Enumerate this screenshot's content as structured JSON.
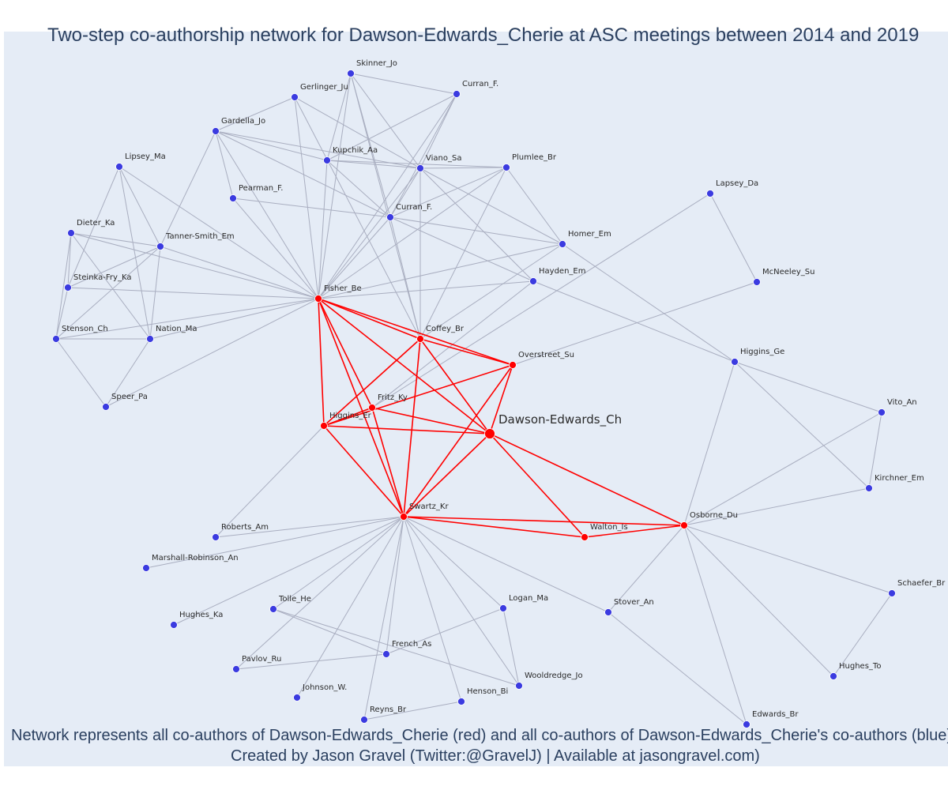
{
  "title": "Two-step co-authorship network for Dawson-Edwards_Cherie at ASC meetings between 2014 and 2019",
  "caption": {
    "line1": "Network represents all co-authors of Dawson-Edwards_Cherie (red) and all co-authors of Dawson-Edwards_Cherie's co-authors (blue)",
    "line2": "Created by Jason Gravel (Twitter:@GravelJ) | Available at jasongravel.com)"
  },
  "colors": {
    "background": "#e5ecf6",
    "red": "#ff0000",
    "blue": "#3b3be0",
    "grey_edge": "#a9aec0",
    "text": "#2a3f5f"
  },
  "nodes": [
    {
      "id": "Dawson-Edwards_Ch",
      "group": "focus"
    },
    {
      "id": "Fisher_Be",
      "group": "red"
    },
    {
      "id": "Coffey_Br",
      "group": "red"
    },
    {
      "id": "Overstreet_Su",
      "group": "red"
    },
    {
      "id": "Fritz_Ky",
      "group": "red"
    },
    {
      "id": "Higgins_Er",
      "group": "red"
    },
    {
      "id": "Swartz_Kr",
      "group": "red"
    },
    {
      "id": "Walton_Is",
      "group": "red"
    },
    {
      "id": "Osborne_Du",
      "group": "red"
    },
    {
      "id": "Skinner_Jo",
      "group": "blue"
    },
    {
      "id": "Curran_F.",
      "group": "blue",
      "key": "Curran_F_top"
    },
    {
      "id": "Gerlinger_Ju",
      "group": "blue"
    },
    {
      "id": "Gardella_Jo",
      "group": "blue"
    },
    {
      "id": "Lipsey_Ma",
      "group": "blue"
    },
    {
      "id": "Kupchik_Aa",
      "group": "blue"
    },
    {
      "id": "Viano_Sa",
      "group": "blue"
    },
    {
      "id": "Plumlee_Br",
      "group": "blue"
    },
    {
      "id": "Pearman_F.",
      "group": "blue"
    },
    {
      "id": "Curran_F.",
      "group": "blue",
      "key": "Curran_F_mid"
    },
    {
      "id": "Lapsey_Da",
      "group": "blue"
    },
    {
      "id": "Dieter_Ka",
      "group": "blue"
    },
    {
      "id": "Tanner-Smith_Em",
      "group": "blue"
    },
    {
      "id": "Homer_Em",
      "group": "blue"
    },
    {
      "id": "Hayden_Em",
      "group": "blue"
    },
    {
      "id": "McNeeley_Su",
      "group": "blue"
    },
    {
      "id": "Steinka-Fry_Ka",
      "group": "blue"
    },
    {
      "id": "Stenson_Ch",
      "group": "blue"
    },
    {
      "id": "Nation_Ma",
      "group": "blue"
    },
    {
      "id": "Higgins_Ge",
      "group": "blue"
    },
    {
      "id": "Speer_Pa",
      "group": "blue"
    },
    {
      "id": "Vito_An",
      "group": "blue"
    },
    {
      "id": "Kirchner_Em",
      "group": "blue"
    },
    {
      "id": "Roberts_Am",
      "group": "blue"
    },
    {
      "id": "Marshall-Robinson_An",
      "group": "blue"
    },
    {
      "id": "Schaefer_Br",
      "group": "blue"
    },
    {
      "id": "Tolle_He",
      "group": "blue"
    },
    {
      "id": "Logan_Ma",
      "group": "blue"
    },
    {
      "id": "Stover_An",
      "group": "blue"
    },
    {
      "id": "Hughes_Ka",
      "group": "blue"
    },
    {
      "id": "French_As",
      "group": "blue"
    },
    {
      "id": "Pavlov_Ru",
      "group": "blue"
    },
    {
      "id": "Hughes_To",
      "group": "blue"
    },
    {
      "id": "Wooldredge_Jo",
      "group": "blue"
    },
    {
      "id": "Johnson_W.",
      "group": "blue"
    },
    {
      "id": "Henson_Bi",
      "group": "blue"
    },
    {
      "id": "Reyns_Br",
      "group": "blue"
    },
    {
      "id": "Edwards_Br",
      "group": "blue"
    }
  ],
  "red_edges": [
    [
      "Dawson-Edwards_Ch",
      "Fisher_Be"
    ],
    [
      "Dawson-Edwards_Ch",
      "Coffey_Br"
    ],
    [
      "Dawson-Edwards_Ch",
      "Overstreet_Su"
    ],
    [
      "Dawson-Edwards_Ch",
      "Fritz_Ky"
    ],
    [
      "Dawson-Edwards_Ch",
      "Higgins_Er"
    ],
    [
      "Dawson-Edwards_Ch",
      "Swartz_Kr"
    ],
    [
      "Dawson-Edwards_Ch",
      "Walton_Is"
    ],
    [
      "Dawson-Edwards_Ch",
      "Osborne_Du"
    ],
    [
      "Fisher_Be",
      "Coffey_Br"
    ],
    [
      "Fisher_Be",
      "Overstreet_Su"
    ],
    [
      "Fisher_Be",
      "Fritz_Ky"
    ],
    [
      "Fisher_Be",
      "Higgins_Er"
    ],
    [
      "Fisher_Be",
      "Swartz_Kr"
    ],
    [
      "Coffey_Br",
      "Higgins_Er"
    ],
    [
      "Coffey_Br",
      "Swartz_Kr"
    ],
    [
      "Coffey_Br",
      "Overstreet_Su"
    ],
    [
      "Overstreet_Su",
      "Higgins_Er"
    ],
    [
      "Overstreet_Su",
      "Swartz_Kr"
    ],
    [
      "Fritz_Ky",
      "Higgins_Er"
    ],
    [
      "Fritz_Ky",
      "Swartz_Kr"
    ],
    [
      "Higgins_Er",
      "Swartz_Kr"
    ],
    [
      "Swartz_Kr",
      "Walton_Is"
    ],
    [
      "Swartz_Kr",
      "Osborne_Du"
    ],
    [
      "Walton_Is",
      "Osborne_Du"
    ]
  ],
  "grey_edges": [
    [
      "Fisher_Be",
      "Skinner_Jo"
    ],
    [
      "Fisher_Be",
      "Curran_F_top"
    ],
    [
      "Fisher_Be",
      "Gerlinger_Ju"
    ],
    [
      "Fisher_Be",
      "Gardella_Jo"
    ],
    [
      "Fisher_Be",
      "Lipsey_Ma"
    ],
    [
      "Fisher_Be",
      "Kupchik_Aa"
    ],
    [
      "Fisher_Be",
      "Viano_Sa"
    ],
    [
      "Fisher_Be",
      "Plumlee_Br"
    ],
    [
      "Fisher_Be",
      "Pearman_F."
    ],
    [
      "Fisher_Be",
      "Curran_F_mid"
    ],
    [
      "Fisher_Be",
      "Dieter_Ka"
    ],
    [
      "Fisher_Be",
      "Tanner-Smith_Em"
    ],
    [
      "Fisher_Be",
      "Homer_Em"
    ],
    [
      "Fisher_Be",
      "Hayden_Em"
    ],
    [
      "Fisher_Be",
      "Steinka-Fry_Ka"
    ],
    [
      "Fisher_Be",
      "Stenson_Ch"
    ],
    [
      "Fisher_Be",
      "Nation_Ma"
    ],
    [
      "Fisher_Be",
      "Speer_Pa"
    ],
    [
      "Skinner_Jo",
      "Curran_F_top"
    ],
    [
      "Skinner_Jo",
      "Viano_Sa"
    ],
    [
      "Skinner_Jo",
      "Kupchik_Aa"
    ],
    [
      "Skinner_Jo",
      "Curran_F_mid"
    ],
    [
      "Skinner_Jo",
      "Coffey_Br"
    ],
    [
      "Curran_F_top",
      "Viano_Sa"
    ],
    [
      "Curran_F_top",
      "Kupchik_Aa"
    ],
    [
      "Curran_F_top",
      "Curran_F_mid"
    ],
    [
      "Gerlinger_Ju",
      "Gardella_Jo"
    ],
    [
      "Gerlinger_Ju",
      "Viano_Sa"
    ],
    [
      "Gerlinger_Ju",
      "Coffey_Br"
    ],
    [
      "Gardella_Jo",
      "Pearman_F."
    ],
    [
      "Gardella_Jo",
      "Viano_Sa"
    ],
    [
      "Gardella_Jo",
      "Kupchik_Aa"
    ],
    [
      "Gardella_Jo",
      "Curran_F_mid"
    ],
    [
      "Gardella_Jo",
      "Tanner-Smith_Em"
    ],
    [
      "Kupchik_Aa",
      "Viano_Sa"
    ],
    [
      "Kupchik_Aa",
      "Plumlee_Br"
    ],
    [
      "Kupchik_Aa",
      "Curran_F_mid"
    ],
    [
      "Viano_Sa",
      "Plumlee_Br"
    ],
    [
      "Viano_Sa",
      "Curran_F_mid"
    ],
    [
      "Viano_Sa",
      "Homer_Em"
    ],
    [
      "Viano_Sa",
      "Hayden_Em"
    ],
    [
      "Viano_Sa",
      "Coffey_Br"
    ],
    [
      "Plumlee_Br",
      "Curran_F_mid"
    ],
    [
      "Plumlee_Br",
      "Homer_Em"
    ],
    [
      "Plumlee_Br",
      "Coffey_Br"
    ],
    [
      "Pearman_F.",
      "Curran_F_mid"
    ],
    [
      "Curran_F_mid",
      "Homer_Em"
    ],
    [
      "Curran_F_mid",
      "Hayden_Em"
    ],
    [
      "Curran_F_mid",
      "Coffey_Br"
    ],
    [
      "Homer_Em",
      "Coffey_Br"
    ],
    [
      "Homer_Em",
      "Higgins_Ge"
    ],
    [
      "Hayden_Em",
      "Fritz_Ky"
    ],
    [
      "Hayden_Em",
      "Higgins_Ge"
    ],
    [
      "Lipsey_Ma",
      "Tanner-Smith_Em"
    ],
    [
      "Lipsey_Ma",
      "Steinka-Fry_Ka"
    ],
    [
      "Lipsey_Ma",
      "Nation_Ma"
    ],
    [
      "Dieter_Ka",
      "Tanner-Smith_Em"
    ],
    [
      "Dieter_Ka",
      "Steinka-Fry_Ka"
    ],
    [
      "Dieter_Ka",
      "Stenson_Ch"
    ],
    [
      "Dieter_Ka",
      "Nation_Ma"
    ],
    [
      "Tanner-Smith_Em",
      "Steinka-Fry_Ka"
    ],
    [
      "Tanner-Smith_Em",
      "Stenson_Ch"
    ],
    [
      "Tanner-Smith_Em",
      "Nation_Ma"
    ],
    [
      "Steinka-Fry_Ka",
      "Stenson_Ch"
    ],
    [
      "Stenson_Ch",
      "Nation_Ma"
    ],
    [
      "Stenson_Ch",
      "Speer_Pa"
    ],
    [
      "Nation_Ma",
      "Speer_Pa"
    ],
    [
      "Lapsey_Da",
      "McNeeley_Su"
    ],
    [
      "Lapsey_Da",
      "Fritz_Ky"
    ],
    [
      "McNeeley_Su",
      "Overstreet_Su"
    ],
    [
      "Higgins_Ge",
      "Osborne_Du"
    ],
    [
      "Higgins_Ge",
      "Vito_An"
    ],
    [
      "Higgins_Ge",
      "Kirchner_Em"
    ],
    [
      "Vito_An",
      "Kirchner_Em"
    ],
    [
      "Vito_An",
      "Osborne_Du"
    ],
    [
      "Kirchner_Em",
      "Osborne_Du"
    ],
    [
      "Osborne_Du",
      "Schaefer_Br"
    ],
    [
      "Osborne_Du",
      "Hughes_To"
    ],
    [
      "Osborne_Du",
      "Stover_An"
    ],
    [
      "Osborne_Du",
      "Edwards_Br"
    ],
    [
      "Schaefer_Br",
      "Hughes_To"
    ],
    [
      "Stover_An",
      "Edwards_Br"
    ],
    [
      "Higgins_Er",
      "Roberts_Am"
    ],
    [
      "Swartz_Kr",
      "Roberts_Am"
    ],
    [
      "Swartz_Kr",
      "Marshall-Robinson_An"
    ],
    [
      "Swartz_Kr",
      "Hughes_Ka"
    ],
    [
      "Swartz_Kr",
      "Tolle_He"
    ],
    [
      "Swartz_Kr",
      "Logan_Ma"
    ],
    [
      "Swartz_Kr",
      "Stover_An"
    ],
    [
      "Swartz_Kr",
      "French_As"
    ],
    [
      "Swartz_Kr",
      "Pavlov_Ru"
    ],
    [
      "Swartz_Kr",
      "Wooldredge_Jo"
    ],
    [
      "Swartz_Kr",
      "Johnson_W."
    ],
    [
      "Swartz_Kr",
      "Henson_Bi"
    ],
    [
      "Swartz_Kr",
      "Reyns_Br"
    ],
    [
      "Tolle_He",
      "French_As"
    ],
    [
      "Tolle_He",
      "Wooldredge_Jo"
    ],
    [
      "Logan_Ma",
      "French_As"
    ],
    [
      "Logan_Ma",
      "Wooldredge_Jo"
    ],
    [
      "French_As",
      "Pavlov_Ru"
    ],
    [
      "Henson_Bi",
      "Reyns_Br"
    ]
  ]
}
